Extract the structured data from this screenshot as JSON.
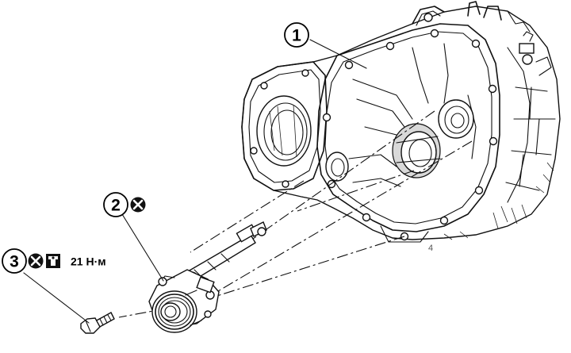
{
  "diagram": {
    "callouts": [
      {
        "id": "part-1",
        "number": "1",
        "symbols": []
      },
      {
        "id": "part-2",
        "number": "2",
        "symbols": [
          "never-reuse-icon"
        ]
      },
      {
        "id": "part-3",
        "number": "3",
        "symbols": [
          "never-reuse-icon",
          "torque-wrench-icon"
        ],
        "torque": "21 Н·м"
      }
    ],
    "stray_mark": "4"
  }
}
